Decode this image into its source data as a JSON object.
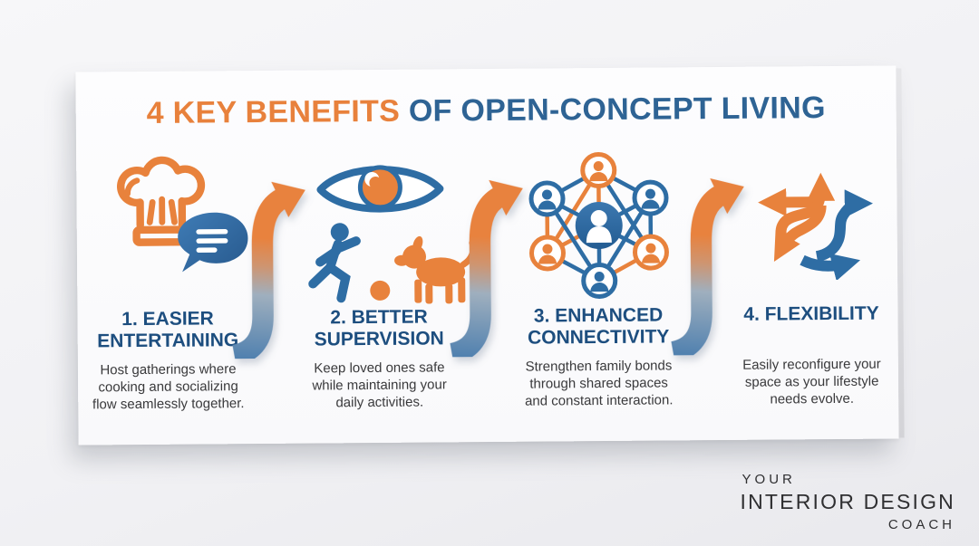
{
  "title": {
    "highlight": "4 KEY BENEFITS",
    "rest": " OF OPEN-CONCEPT LIVING"
  },
  "benefits": [
    {
      "heading": "1. EASIER\nENTERTAINING",
      "description": "Host gatherings where\ncooking and socializing\nflow seamlessly together.",
      "icons": [
        "chef-hat-icon",
        "speech-bubble-icon"
      ]
    },
    {
      "heading": "2. BETTER\nSUPERVISION",
      "description": "Keep loved ones safe\nwhile maintaining your\ndaily activities.",
      "icons": [
        "eye-icon",
        "running-child-icon",
        "ball-icon",
        "dog-icon"
      ]
    },
    {
      "heading": "3. ENHANCED\nCONNECTIVITY",
      "description": "Strengthen family bonds\nthrough shared spaces\nand constant interaction.",
      "icons": [
        "people-network-icon"
      ]
    },
    {
      "heading": "4. FLEXIBILITY",
      "description": "Easily reconfigure your\nspace as your lifestyle\nneeds evolve.",
      "icons": [
        "multi-direction-arrows-icon"
      ]
    }
  ],
  "connector_arrows": {
    "count": 3,
    "icon": "s-curve-arrow-icon"
  },
  "logo": {
    "line1": "YOUR",
    "line2": "INTERIOR DESIGN",
    "line3": "COACH"
  },
  "colors": {
    "accent_orange": "#E8813C",
    "accent_blue": "#2E6394",
    "heading_navy": "#1D4E7F",
    "body_text": "#3A3A3C",
    "card_background": "#FDFDFE",
    "page_background": "#F1F1F4",
    "logo_text": "#2F2F31"
  }
}
